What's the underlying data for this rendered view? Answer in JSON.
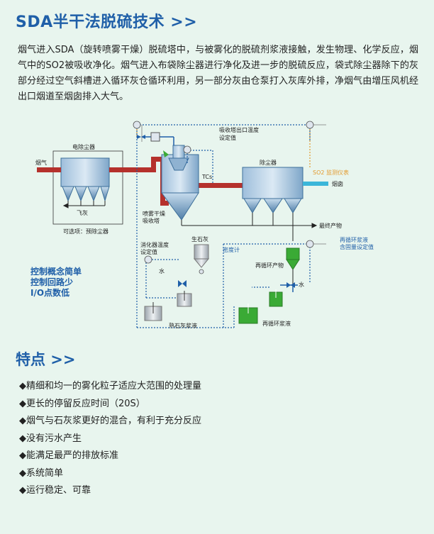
{
  "title": "SDA半干法脱硫技术 >>",
  "intro": "烟气进入SDA（旋转喷雾干燥）脱硫塔中，与被雾化的脱硫剂浆液接触，发生物理、化学反应，烟气中的SO2被吸收净化。烟气进入布袋除尘器进行净化及进一步的脱硫反应，袋式除尘器除下的灰部分经过空气斜槽进入循环灰仓循环利用，另一部分灰由仓泵打入灰库外排，净烟气由增压风机经出口烟道至烟囱排入大气。",
  "diagram": {
    "electro_precip": "电除尘器",
    "flue_gas": "烟气",
    "fly_ash": "飞灰",
    "optional": "可选项：预除尘器",
    "absorber_outlet_temp": "吸收塔出口温度",
    "setpoint": "设定值",
    "tcs": "TCs",
    "spray_dryer": "喷雾干燥",
    "absorber": "吸收塔",
    "dust_collector": "除尘器",
    "so2_monitor": "SO2 监测仪表",
    "chimney": "烟囱",
    "final_product": "最终产物",
    "quicklime": "生石灰",
    "slaker_temp": "消化器温度",
    "slaker_setpoint": "设定值",
    "density_meter": "密度计",
    "water": "水",
    "recirc_product": "再循环产物",
    "recirc_slurry_solid": "再循环浆液",
    "recirc_slurry_setpoint": "含固量设定值",
    "water2": "水",
    "lime_slurry": "熟石灰浆液",
    "recirc_slurry": "再循环浆液"
  },
  "control": [
    "控制概念简单",
    "控制回路少",
    "I/O点数低"
  ],
  "features_title": "特点 >>",
  "features": [
    "◆精细和均一的雾化粒子适应大范围的处理量",
    "◆更长的停留反应时间（20S）",
    "◆烟气与石灰浆更好的混合，有利于充分反应",
    "◆没有污水产生",
    "◆能满足最严的排放标准",
    "◆系统简单",
    "◆运行稳定、可靠"
  ],
  "colors": {
    "title_blue": "#1f5fa8",
    "flue_red": "#b5312c",
    "equip_blue": "#3d6f9a",
    "green": "#3aaa35",
    "orange": "#e39a2d",
    "cyan": "#3bb6d9"
  }
}
